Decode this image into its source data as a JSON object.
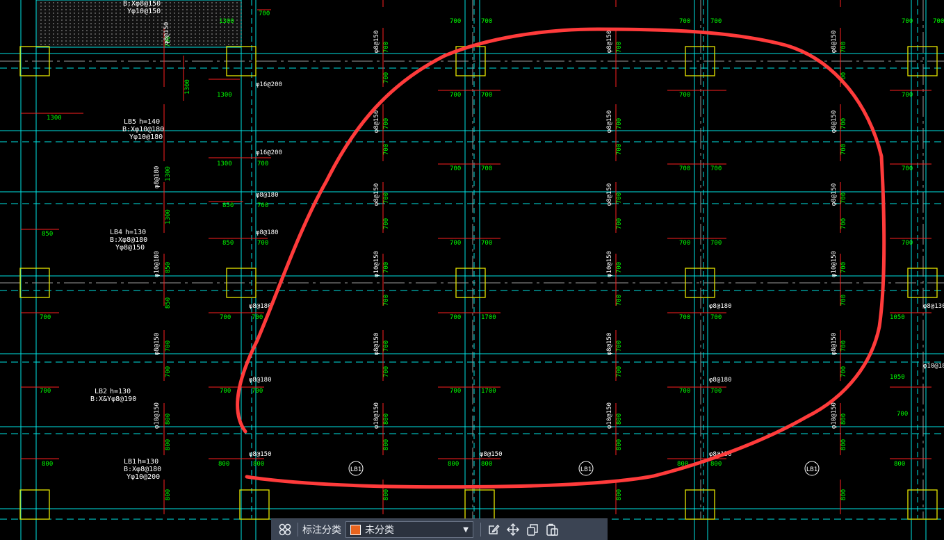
{
  "toolbar": {
    "category_label": "标注分类",
    "category_value": "未分类",
    "category_color": "#e8641e",
    "buttons": [
      "group-icon",
      "edit-icon",
      "move-icon",
      "copy-icon",
      "paste-icon"
    ]
  },
  "drawing": {
    "panels": [
      {
        "name": "LB5",
        "h": "h=140",
        "x_rebar": "B:Xφ10@180",
        "y_rebar": "Yφ10@180"
      },
      {
        "name": "LB4",
        "h": "h=130",
        "x_rebar": "B:Xφ8@180",
        "y_rebar": "Yφ8@150"
      },
      {
        "name": "LB2",
        "h": "h=130",
        "x_rebar": "B:X&Yφ8@190",
        "y_rebar": ""
      },
      {
        "name": "LB1",
        "h": "h=130",
        "x_rebar": "B:Xφ8@180",
        "y_rebar": "Yφ10@200"
      }
    ],
    "top_rebar": "B:Xφ8@150",
    "top_rebar2": "Yφ10@150",
    "panel_marker": "LB1",
    "dim_labels": [
      "700",
      "800",
      "850",
      "1300",
      "1050",
      "1700"
    ],
    "rebar_labels": [
      "φ8@150",
      "φ8@180",
      "φ10@150",
      "φ10@180",
      "φ16@200",
      "φ10@200",
      "φ8@130"
    ],
    "colors": {
      "grid": "#00e5e5",
      "column": "#e6e600",
      "dim": "#00ff00",
      "rebar": "#ff2020",
      "text": "#ffffff",
      "annotation": "#ff3b3b"
    }
  }
}
